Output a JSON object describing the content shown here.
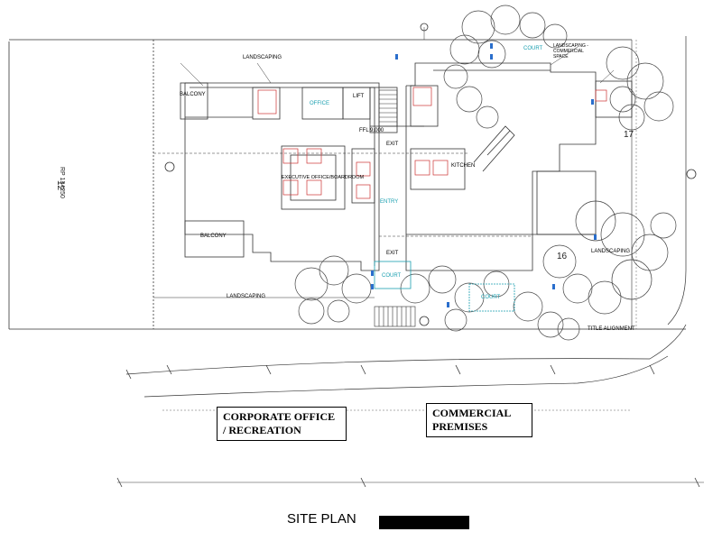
{
  "title": "SITE PLAN",
  "callouts": {
    "corporate": "CORPORATE OFFICE / RECREATION",
    "commercial": "COMMERCIAL PREMISES"
  },
  "rooms": {
    "balcony_top": "BALCONY",
    "office": "OFFICE",
    "lift": "LIFT",
    "ffl": "FFL 9.000",
    "exec": "EXECUTIVE OFFICE/BOARDROOM",
    "balcony_left": "BALCONY",
    "entry": "ENTRY",
    "kitchen": "KITCHEN",
    "court_top": "COURT",
    "court_bottom": "COURT",
    "court_small": "COURT",
    "landscaping_top": "LANDSCAPING",
    "landscaping_left": "LANDSCAPING",
    "landscaping_right": "LANDSCAPING",
    "landscaping_commercial": "LANDSCAPING - COMMERCIAL SPACE",
    "exit_a": "EXIT",
    "exit_b": "EXIT",
    "rp_left": "RP 134250",
    "lot_left": "12",
    "lot_17": "17",
    "lot_16": "16",
    "title_alignment": "TITLE ALIGNMENT"
  }
}
